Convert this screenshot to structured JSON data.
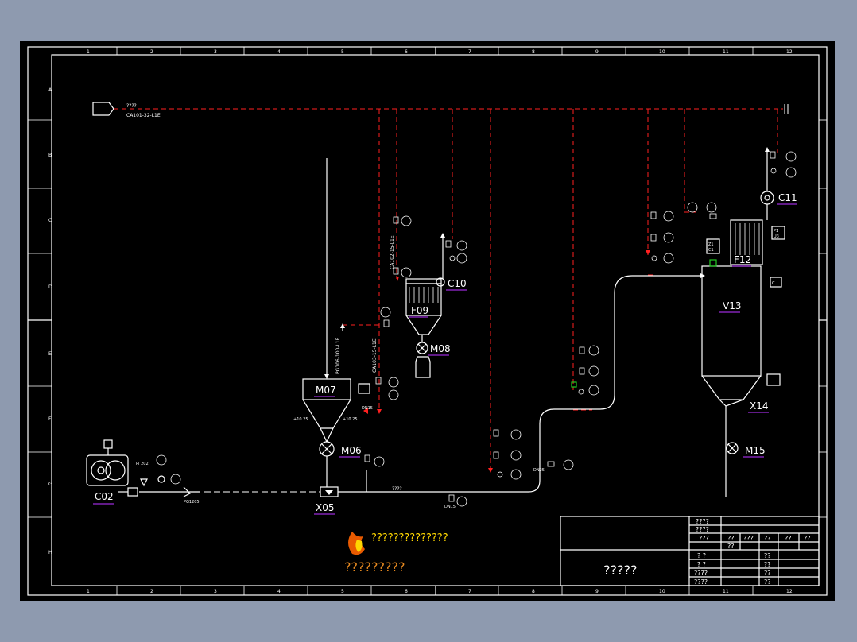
{
  "drawing": {
    "col_labels_top": [
      "1",
      "2",
      "3",
      "4",
      "5",
      "6",
      "7",
      "8",
      "9",
      "10",
      "11",
      "12"
    ],
    "col_labels_bottom": [
      "1",
      "2",
      "3",
      "4",
      "5",
      "6",
      "7",
      "8",
      "9",
      "10",
      "11",
      "12"
    ],
    "row_labels": [
      "A",
      "B",
      "C",
      "D",
      "E",
      "F",
      "G",
      "H"
    ],
    "feed_line_code": "CA101-32-L1E",
    "feed_label": "????",
    "vline_codes": [
      "CA102-15-L1E",
      "PG106-100-L1E",
      "CA103-15-L1E"
    ],
    "main_line_label": "????"
  },
  "equipment": {
    "C02": "C02",
    "X05": "X05",
    "M06": "M06",
    "M07": "M07",
    "M08": "M08",
    "F09": "F09",
    "C10": "C10",
    "C11": "C11",
    "F12": "F12",
    "V13": "V13",
    "X14": "X14",
    "M15": "M15"
  },
  "small_labels": {
    "pg205": "PG1205",
    "dn5a": "DN15",
    "dn5b": "DN15",
    "dn25": "DN25",
    "pi202": "PI 202",
    "p1": "+10.25",
    "p2": "+10.25",
    "z1": "Z1",
    "c1": "C1",
    "p1u3": "P1",
    "u3": "U3",
    "c7": "C"
  },
  "logo": {
    "text_line": "??????????????",
    "sub_line": "- - - - - - - - - - - - - -",
    "caption": "?????????"
  },
  "title_block": {
    "big_title": "?????",
    "cells": {
      "r1": "????",
      "r2": "????",
      "r3a": "???",
      "r3b": "??",
      "r3c": "???",
      "r3d": "??",
      "r3e": "??",
      "r3f": "??",
      "r4": "??",
      "r5a": "?  ?",
      "r5b": "??",
      "r6a": "?  ?",
      "r6b": "??",
      "r7a": "????",
      "r7b": "??",
      "r8a": "????",
      "r8b": "??"
    }
  },
  "colors": {
    "background": "#000000",
    "frame": "#ffffff",
    "red_line": "#ff2020",
    "label_underline": "#9a2bd8",
    "logo_text": "#ffd700",
    "highlight_green": "#22cc22"
  }
}
